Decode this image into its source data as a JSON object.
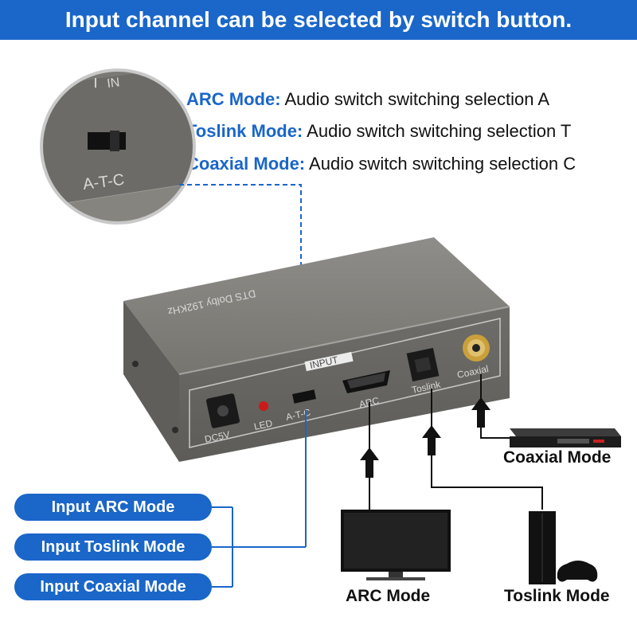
{
  "header": {
    "title": "Input channel can be selected by switch button."
  },
  "modes": [
    {
      "name": "ARC Mode:",
      "desc": "Audio switch switching selection A"
    },
    {
      "name": "Toslink Mode:",
      "desc": "Audio switch switching selection T"
    },
    {
      "name": "Coaxial Mode:",
      "desc": "Audio switch switching selection C"
    }
  ],
  "zoom": {
    "switch_label": "A-T-C",
    "top_text": "IN"
  },
  "device": {
    "top_text": "DTS Dolby 192KHz",
    "input_label": "INPUT",
    "dc_label": "DC5V",
    "led_label": "LED",
    "switch_label": "A-T-C",
    "arc_label": "ARC",
    "toslink_label": "Toslink",
    "coaxial_label": "Coaxial"
  },
  "pills": [
    "Input ARC Mode",
    "Input Toslink Mode",
    "Input Coaxial Mode"
  ],
  "sources": {
    "coaxial": "Coaxial Mode",
    "arc": "ARC Mode",
    "toslink": "Toslink Mode"
  },
  "colors": {
    "accent": "#1a66c9",
    "device_body": "#7d7c78"
  }
}
